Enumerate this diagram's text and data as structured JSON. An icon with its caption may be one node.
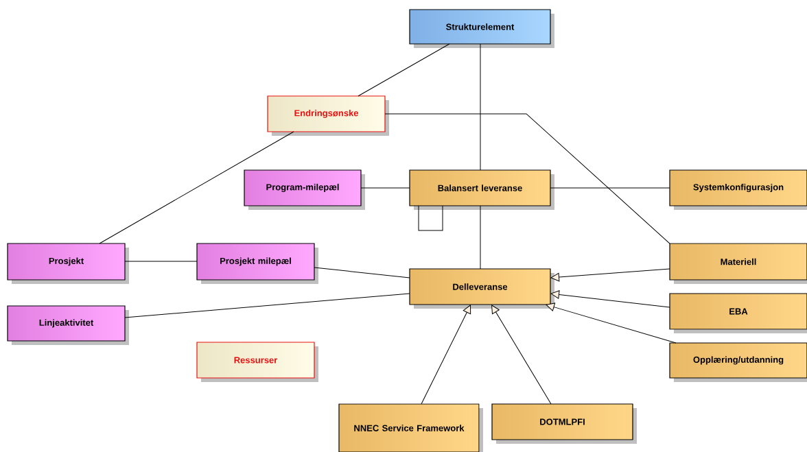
{
  "diagram": {
    "nodes": [
      {
        "text": [
          "Strukturelement"
        ]
      },
      {
        "text": [
          "Endringsønske"
        ]
      },
      {
        "text": [
          "Program-milepæl"
        ]
      },
      {
        "text": [
          "Balansert leveranse"
        ]
      },
      {
        "text": [
          "Systemkonfigurasjon"
        ]
      },
      {
        "text": [
          "Prosjekt"
        ]
      },
      {
        "text": [
          "Prosjekt milepæl"
        ]
      },
      {
        "text": [
          "Materiell"
        ]
      },
      {
        "text": [
          "Delleveranse"
        ]
      },
      {
        "text": [
          "Linjeaktivitet"
        ]
      },
      {
        "text": [
          "EBA"
        ]
      },
      {
        "text": [
          "Ressurser"
        ]
      },
      {
        "text": [
          "Opplæring/utdanning"
        ]
      },
      {
        "text": [
          "NNEC Service Framework"
        ]
      },
      {
        "text": [
          "DOTMLPFI"
        ]
      }
    ],
    "edges": [
      {
        "from": 0,
        "to": 1,
        "arrow": "none"
      },
      {
        "from": 0,
        "to": 3,
        "arrow": "none"
      },
      {
        "from": 1,
        "to": 5,
        "arrow": "none"
      },
      {
        "from": 1,
        "to": 7,
        "arrow": "none"
      },
      {
        "from": 2,
        "to": 3,
        "arrow": "none"
      },
      {
        "from": 3,
        "to": 4,
        "arrow": "none"
      },
      {
        "from": 3,
        "to": 3,
        "arrow": "none"
      },
      {
        "from": 3,
        "to": 8,
        "arrow": "none"
      },
      {
        "from": 5,
        "to": 6,
        "arrow": "none"
      },
      {
        "from": 6,
        "to": 8,
        "arrow": "none"
      },
      {
        "from": 9,
        "to": 8,
        "arrow": "none"
      },
      {
        "from": 7,
        "to": 8,
        "arrow": "to"
      },
      {
        "from": 10,
        "to": 8,
        "arrow": "to"
      },
      {
        "from": 12,
        "to": 8,
        "arrow": "to"
      },
      {
        "from": 13,
        "to": 8,
        "arrow": "to"
      },
      {
        "from": 14,
        "to": 8,
        "arrow": "to"
      }
    ]
  }
}
